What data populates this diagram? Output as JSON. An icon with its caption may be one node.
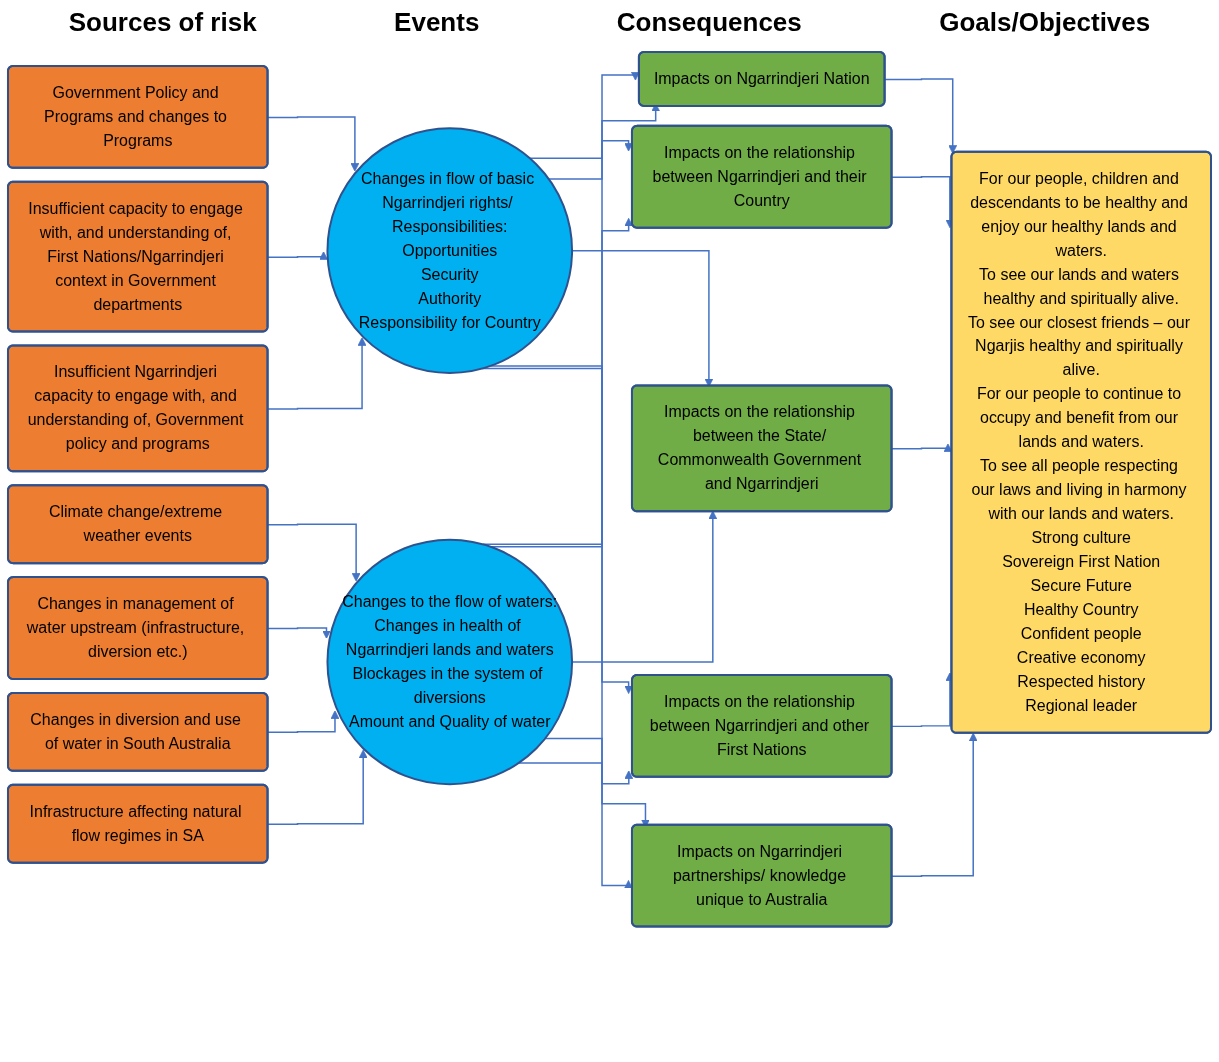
{
  "diagram": {
    "nodes": [
      {
        "text": [
          "Government Policy and Programs and changes to Programs"
        ]
      },
      {
        "text": [
          "Insufficient capacity to engage with, and understanding of, First Nations/Ngarrindjeri context in Government departments"
        ]
      },
      {
        "text": [
          "Insufficient Ngarrindjeri capacity to engage with, and understanding of, Government policy and programs"
        ]
      },
      {
        "text": [
          "Climate change/extreme weather events"
        ]
      },
      {
        "text": [
          "Changes in management of water upstream (infrastructure, diversion etc.)"
        ]
      },
      {
        "text": [
          "Changes in diversion and use of water in South Australia"
        ]
      },
      {
        "text": [
          "Infrastructure affecting natural flow regimes in SA"
        ]
      },
      {
        "text": [
          "Changes in flow of basic Ngarrindjeri rights/ Responsibilities:",
          "Opportunities",
          "Security",
          "Authority",
          "Responsibility for Country"
        ]
      },
      {
        "text": [
          "Changes to the flow of waters:",
          "Changes in health of Ngarrindjeri lands and waters",
          "Blockages in the system of diversions",
          "Amount and Quality of water"
        ]
      },
      {
        "text": [
          "Impacts on Ngarrindjeri Nation"
        ]
      },
      {
        "text": [
          "Impacts on the relationship between Ngarrindjeri and their Country"
        ]
      },
      {
        "text": [
          "Impacts on the relationship between the State/ Commonwealth Government and Ngarrindjeri"
        ]
      },
      {
        "text": [
          "Impacts on the relationship between Ngarrindjeri and other First Nations"
        ]
      },
      {
        "text": [
          "Impacts on Ngarrindjeri partnerships/ knowledge unique to Australia"
        ]
      },
      {
        "text": [
          "For our people, children and descendants to be healthy and enjoy our healthy lands and waters.",
          "To see our lands and waters healthy and spiritually alive.",
          "To see our closest friends – our Ngarjis healthy and spiritually alive.",
          "For our people to continue to occupy and benefit from our lands and waters.",
          "To see all people respecting our laws and living in harmony with our lands and waters.",
          "Strong culture",
          "Sovereign First Nation",
          "Secure Future",
          "Healthy Country",
          "Confident people",
          "Creative economy",
          "Respected history",
          "Regional leader"
        ]
      }
    ],
    "edges": [
      {
        "from": 0,
        "to": 7,
        "arrow": "to"
      },
      {
        "from": 1,
        "to": 7,
        "arrow": "to"
      },
      {
        "from": 2,
        "to": 7,
        "arrow": "to"
      },
      {
        "from": 3,
        "to": 8,
        "arrow": "to"
      },
      {
        "from": 4,
        "to": 8,
        "arrow": "to"
      },
      {
        "from": 5,
        "to": 8,
        "arrow": "to"
      },
      {
        "from": 6,
        "to": 8,
        "arrow": "to"
      },
      {
        "from": 7,
        "to": 9,
        "arrow": "to"
      },
      {
        "from": 7,
        "to": 10,
        "arrow": "to"
      },
      {
        "from": 7,
        "to": 11,
        "arrow": "to"
      },
      {
        "from": 7,
        "to": 12,
        "arrow": "to"
      },
      {
        "from": 7,
        "to": 13,
        "arrow": "to"
      },
      {
        "from": 8,
        "to": 9,
        "arrow": "to"
      },
      {
        "from": 8,
        "to": 10,
        "arrow": "to"
      },
      {
        "from": 8,
        "to": 11,
        "arrow": "to"
      },
      {
        "from": 8,
        "to": 12,
        "arrow": "to"
      },
      {
        "from": 8,
        "to": 13,
        "arrow": "to"
      },
      {
        "from": 9,
        "to": 14,
        "arrow": "to"
      },
      {
        "from": 10,
        "to": 14,
        "arrow": "to"
      },
      {
        "from": 11,
        "to": 14,
        "arrow": "to"
      },
      {
        "from": 12,
        "to": 14,
        "arrow": "to"
      },
      {
        "from": 13,
        "to": 14,
        "arrow": "to"
      }
    ],
    "labels": [
      "Sources of risk",
      "Events",
      "Consequences",
      "Goals/Objectives"
    ]
  }
}
